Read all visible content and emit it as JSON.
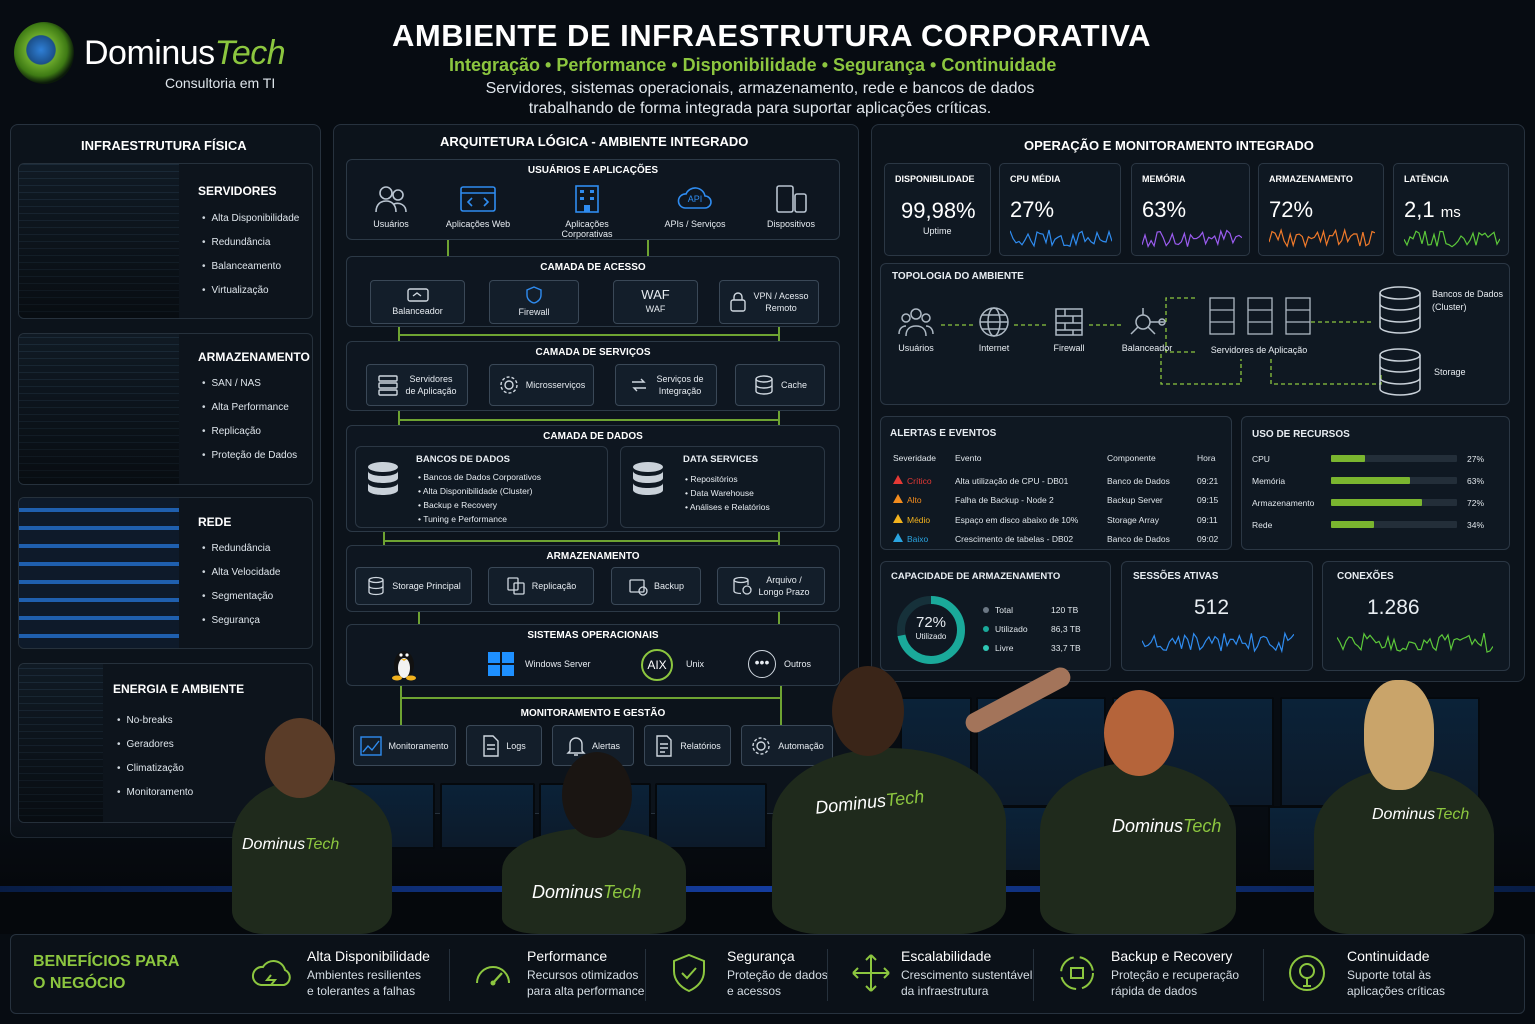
{
  "brand": {
    "name_a": "Dominus",
    "name_b": "Tech",
    "subtitle": "Consultoria em TI"
  },
  "header": {
    "title": "AMBIENTE DE INFRAESTRUTURA CORPORATIVA",
    "tagline": "Integração • Performance • Disponibilidade • Segurança • Continuidade",
    "desc_line1": "Servidores, sistemas operacionais, armazenamento, rede e bancos de dados",
    "desc_line2": "trabalhando de forma integrada para suportar aplicações críticas."
  },
  "physical": {
    "title": "INFRAESTRUTURA FÍSICA",
    "cards": [
      {
        "name": "SERVIDORES",
        "items": [
          "Alta Disponibilidade",
          "Redundância",
          "Balanceamento",
          "Virtualização"
        ]
      },
      {
        "name": "ARMAZENAMENTO",
        "items": [
          "SAN / NAS",
          "Alta Performance",
          "Replicação",
          "Proteção de Dados"
        ]
      },
      {
        "name": "REDE",
        "items": [
          "Redundância",
          "Alta Velocidade",
          "Segmentação",
          "Segurança"
        ]
      },
      {
        "name": "ENERGIA E AMBIENTE",
        "items": [
          "No-breaks",
          "Geradores",
          "Climatização",
          "Monitoramento"
        ]
      }
    ]
  },
  "logical": {
    "title": "ARQUITETURA LÓGICA - AMBIENTE INTEGRADO",
    "users_title": "USUÁRIOS E APLICAÇÕES",
    "users": [
      "Usuários",
      "Aplicações Web",
      "Aplicações Corporativas",
      "APIs / Serviços",
      "Dispositivos"
    ],
    "api_icon_text": "API",
    "access_title": "CAMADA DE ACESSO",
    "access": {
      "lb": "Balanceador",
      "fw": "Firewall",
      "waf_big": "WAF",
      "waf": "WAF",
      "vpn1": "VPN / Acesso",
      "vpn2": "Remoto"
    },
    "services_title": "CAMADA DE SERVIÇOS",
    "services": {
      "app1": "Servidores",
      "app2": "de Aplicação",
      "micro": "Microsserviços",
      "int1": "Serviços de",
      "int2": "Integração",
      "cache": "Cache"
    },
    "data_title": "CAMADA DE DADOS",
    "db": {
      "title": "BANCOS DE DADOS",
      "items": [
        "Bancos de Dados Corporativos",
        "Alta Disponibilidade (Cluster)",
        "Backup e Recovery",
        "Tuning e Performance"
      ]
    },
    "ds": {
      "title": "DATA SERVICES",
      "items": [
        "Repositórios",
        "Data Warehouse",
        "Análises e Relatórios"
      ]
    },
    "storage_title": "ARMAZENAMENTO",
    "storage": {
      "main": "Storage Principal",
      "rep": "Replicação",
      "bkp": "Backup",
      "arc1": "Arquivo /",
      "arc2": "Longo Prazo"
    },
    "os_title": "SISTEMAS OPERACIONAIS",
    "os": {
      "win": "Windows Server",
      "aix": "AIX",
      "unix": "Unix",
      "others": "Outros"
    },
    "mon_title": "MONITORAMENTO E GESTÃO",
    "mon": [
      "Monitoramento",
      "Logs",
      "Alertas",
      "Relatórios",
      "Automação"
    ]
  },
  "ops": {
    "title": "OPERAÇÃO E MONITORAMENTO INTEGRADO",
    "kpis": [
      {
        "label": "DISPONIBILIDADE",
        "value": "99,98%",
        "sub": "Uptime"
      },
      {
        "label": "CPU MÉDIA",
        "value": "27%",
        "color": "#2f8cf0"
      },
      {
        "label": "MEMÓRIA",
        "value": "63%",
        "color": "#9b5cf0"
      },
      {
        "label": "ARMAZENAMENTO",
        "value": "72%",
        "color": "#f07a2a"
      },
      {
        "label": "LATÊNCIA",
        "value": "2,1",
        "unit": "ms",
        "color": "#5cc83a"
      }
    ],
    "topology": {
      "title": "TOPOLOGIA DO AMBIENTE",
      "nodes": [
        "Usuários",
        "Internet",
        "Firewall",
        "Balanceador",
        "Servidores de Aplicação"
      ],
      "db1": "Bancos de Dados",
      "db2": "(Cluster)",
      "storage": "Storage"
    },
    "alerts": {
      "title": "ALERTAS E EVENTOS",
      "headers": [
        "Severidade",
        "Evento",
        "Componente",
        "Hora"
      ],
      "rows": [
        {
          "sev": "Crítico",
          "color": "#e53935",
          "event": "Alta utilização de CPU - DB01",
          "comp": "Banco de Dados",
          "time": "09:21"
        },
        {
          "sev": "Alto",
          "color": "#f28c1e",
          "event": "Falha de Backup - Node 2",
          "comp": "Backup Server",
          "time": "09:15"
        },
        {
          "sev": "Médio",
          "color": "#f2b21e",
          "event": "Espaço em disco abaixo de 10%",
          "comp": "Storage Array",
          "time": "09:11"
        },
        {
          "sev": "Baixo",
          "color": "#2aa4e0",
          "event": "Crescimento de tabelas - DB02",
          "comp": "Banco de Dados",
          "time": "09:02"
        }
      ]
    },
    "usage": {
      "title": "USO DE RECURSOS",
      "rows": [
        {
          "name": "CPU",
          "pct": 27,
          "label": "27%"
        },
        {
          "name": "Memória",
          "pct": 63,
          "label": "63%"
        },
        {
          "name": "Armazenamento",
          "pct": 72,
          "label": "72%"
        },
        {
          "name": "Rede",
          "pct": 34,
          "label": "34%"
        }
      ]
    },
    "capacity": {
      "title": "CAPACIDADE DE ARMAZENAMENTO",
      "pct": 72,
      "value": "72%",
      "sub": "Utilizado",
      "rows": [
        {
          "name": "Total",
          "value": "120 TB",
          "color": "#6b7784"
        },
        {
          "name": "Utilizado",
          "value": "86,3 TB",
          "color": "#1aa99a"
        },
        {
          "name": "Livre",
          "value": "33,7 TB",
          "color": "#2fc7b5"
        }
      ]
    },
    "sessions": {
      "title": "SESSÕES ATIVAS",
      "value": "512"
    },
    "connections": {
      "title": "CONEXÕES",
      "value": "1.286"
    }
  },
  "shirts": [
    "Dominus",
    "Tech"
  ],
  "benefits": {
    "title1": "BENEFÍCIOS PARA",
    "title2": "O NEGÓCIO",
    "items": [
      {
        "title": "Alta Disponibilidade",
        "d1": "Ambientes resilientes",
        "d2": "e tolerantes a falhas",
        "icon": "cloud-icon"
      },
      {
        "title": "Performance",
        "d1": "Recursos otimizados",
        "d2": "para alta performance",
        "icon": "gauge-icon"
      },
      {
        "title": "Segurança",
        "d1": "Proteção de dados",
        "d2": "e acessos",
        "icon": "shield-icon"
      },
      {
        "title": "Escalabilidade",
        "d1": "Crescimento sustentável",
        "d2": "da infraestrutura",
        "icon": "expand-icon"
      },
      {
        "title": "Backup e Recovery",
        "d1": "Proteção e recuperação",
        "d2": "rápida de dados",
        "icon": "backup-icon"
      },
      {
        "title": "Continuidade",
        "d1": "Suporte total às",
        "d2": "aplicações críticas",
        "icon": "continuity-icon"
      }
    ]
  },
  "colors": {
    "accent": "#8cc63f",
    "background": "#070c12",
    "panel": "#0c131b"
  }
}
